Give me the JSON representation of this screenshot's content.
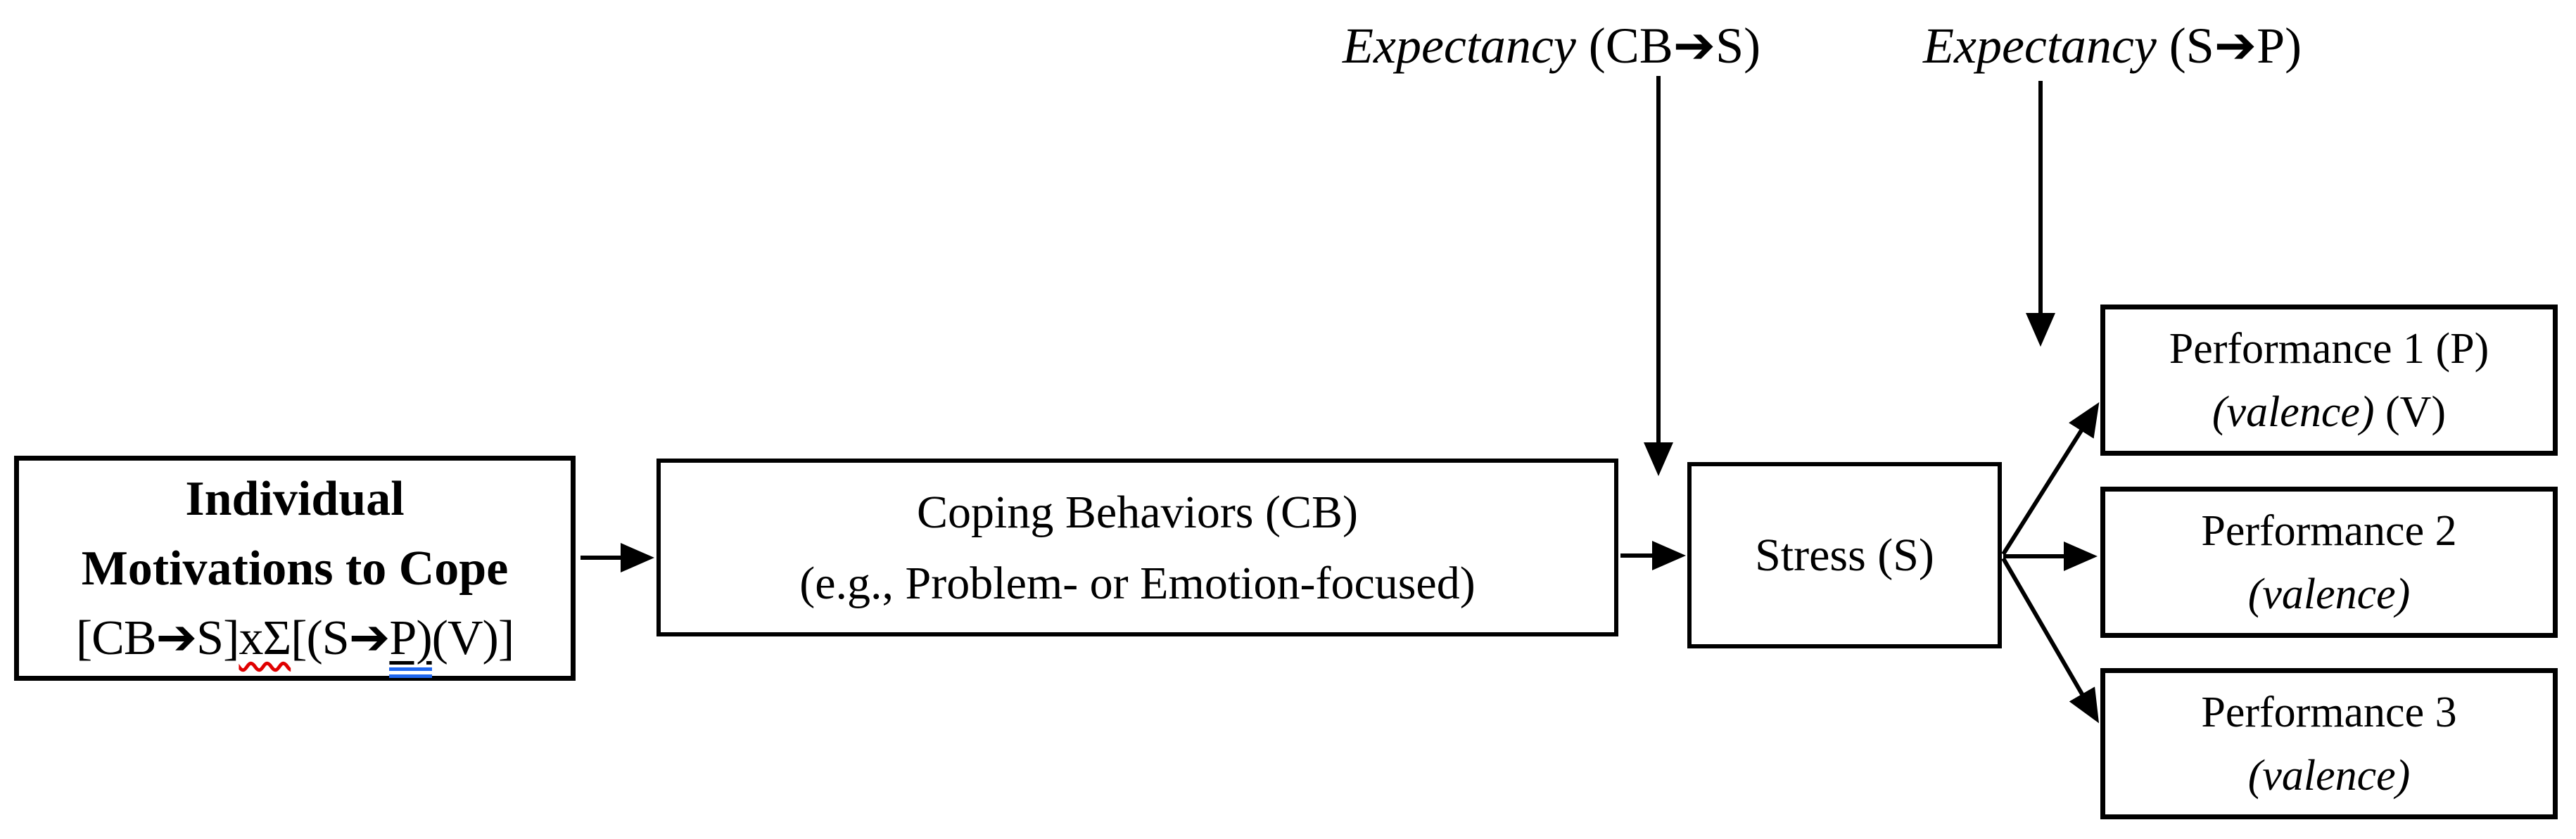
{
  "labels": [
    {
      "italic": "Expectancy",
      "rest": " (CB➔S)"
    },
    {
      "italic": "Expectancy",
      "rest": " (S➔P)"
    }
  ],
  "boxes": {
    "motivation": {
      "line1": "Individual",
      "line2": "Motivations to Cope",
      "formula_pre": "[CB➔S]",
      "formula_wavy": "xΣ",
      "formula_mid": "[(S➔",
      "formula_blue": "P)",
      "formula_post": "(V)]"
    },
    "coping": {
      "line1": "Coping Behaviors (CB)",
      "line2": "(e.g., Problem- or Emotion-focused)"
    },
    "stress": {
      "line1": "Stress (S)"
    },
    "performance1": {
      "line1": "Performance 1 (P)",
      "valence": "(valence)",
      "suffix": " (V)"
    },
    "performance2": {
      "line1": "Performance 2",
      "valence": "(valence)",
      "suffix": ""
    },
    "performance3": {
      "line1": "Performance 3",
      "valence": "(valence)",
      "suffix": ""
    }
  },
  "colors": {
    "ink": "#000000",
    "background": "#ffffff",
    "spellcheck_wavy": "#e00000",
    "grammar_double": "#1e66f0"
  }
}
